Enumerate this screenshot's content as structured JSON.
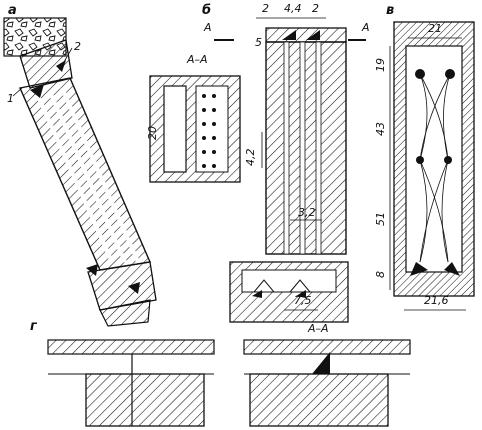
{
  "panels": {
    "a": {
      "label": "а",
      "callouts": [
        "1",
        "2"
      ]
    },
    "b": {
      "label": "б",
      "section_mark": "А",
      "section_title": "А–А",
      "dims": {
        "top_left": "2",
        "top_mid": "4,4",
        "top_right": "2",
        "side_v": "5",
        "height": "20",
        "pitch": "4,2",
        "offset": "3,2",
        "bottom": "7,5"
      }
    },
    "c": {
      "label": "в",
      "dims": {
        "width_top": "21",
        "top": "19",
        "d43": "43",
        "d51": "51",
        "bottom": "8",
        "width_bottom": "21,6"
      }
    },
    "d": {
      "label": "г",
      "section_title": "А–А"
    }
  }
}
